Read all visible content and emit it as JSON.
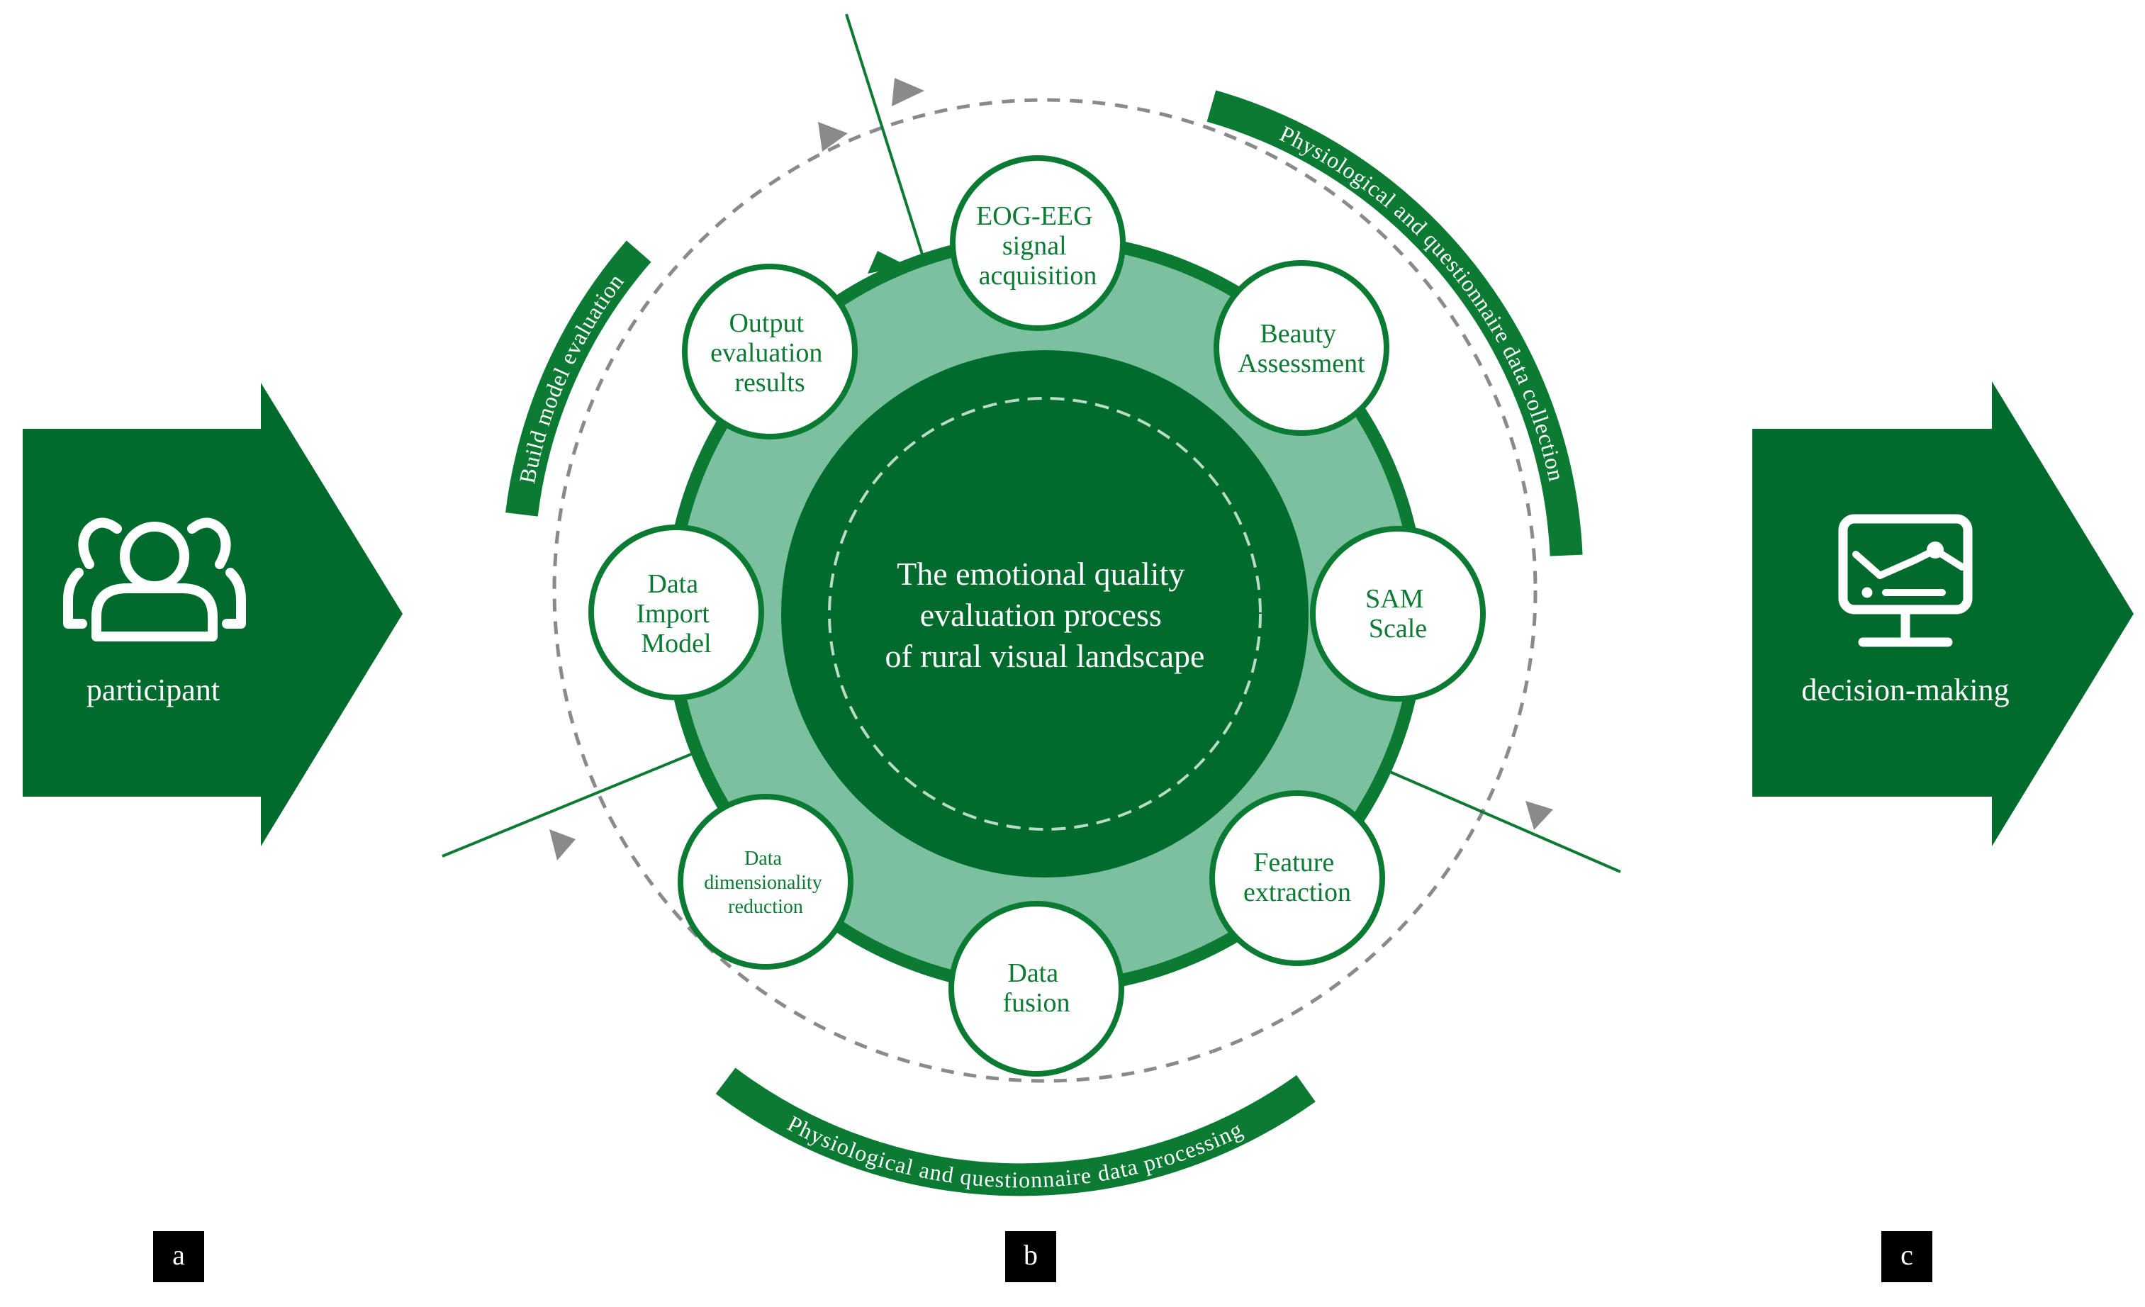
{
  "colors": {
    "dark_green": "#006b2d",
    "ring_green": "#0b7a33",
    "light_green": "#7bc19f",
    "gray_dash": "#8a8a8a",
    "white": "#ffffff",
    "black": "#000000"
  },
  "left_panel": {
    "icon": "users-group-icon",
    "label": "participant",
    "tag": "a"
  },
  "center": {
    "title_lines": [
      "The emotional quality",
      "evaluation process",
      "of rural visual landscape"
    ],
    "tag": "b",
    "nodes": [
      {
        "id": "eog-eeg",
        "lines": [
          "EOG-EEG",
          "signal",
          "acquisition"
        ]
      },
      {
        "id": "beauty",
        "lines": [
          "Beauty",
          "Assessment"
        ]
      },
      {
        "id": "sam",
        "lines": [
          "SAM",
          "Scale"
        ]
      },
      {
        "id": "feature",
        "lines": [
          "Feature",
          "extraction"
        ]
      },
      {
        "id": "fusion",
        "lines": [
          "Data",
          "fusion"
        ]
      },
      {
        "id": "dimred",
        "lines": [
          "Data",
          "dimensionality",
          "reduction"
        ]
      },
      {
        "id": "import",
        "lines": [
          "Data",
          "Import",
          "Model"
        ]
      },
      {
        "id": "output",
        "lines": [
          "Output",
          "evaluation",
          "results"
        ]
      }
    ],
    "stages": {
      "collection": "Physiological and questionnaire data collection",
      "processing": "Physiological and questionnaire data processing",
      "build": "Build model evaluation"
    }
  },
  "right_panel": {
    "icon": "monitor-chart-icon",
    "label": "decision-making",
    "tag": "c"
  }
}
